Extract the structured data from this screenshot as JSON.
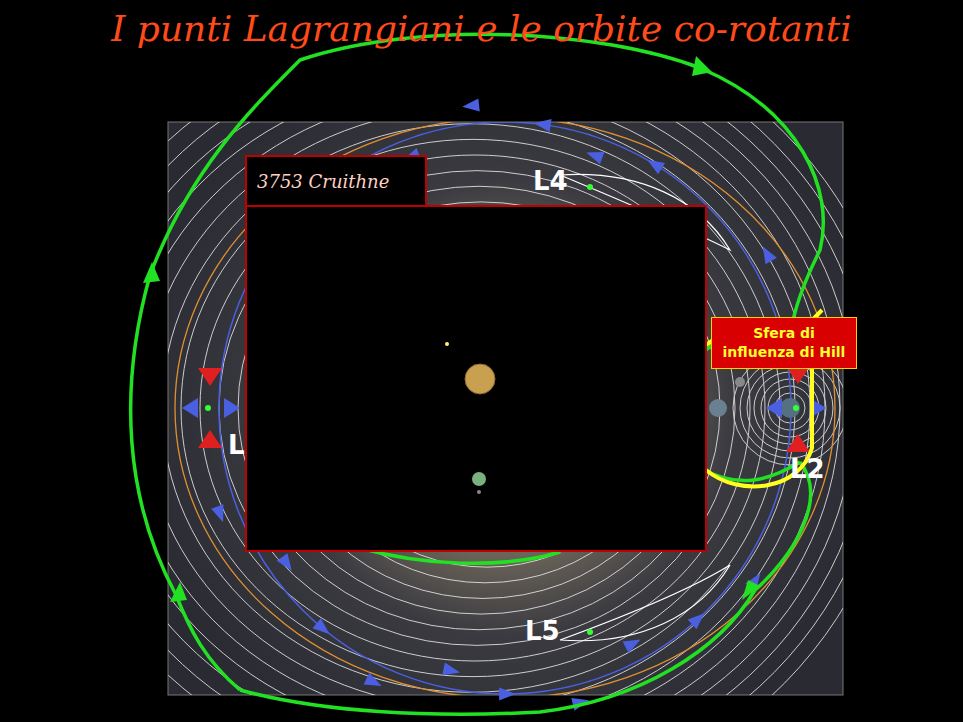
{
  "diagram": {
    "title": "I punti Lagrangiani e le orbite co-rotanti",
    "nodes": [
      {
        "text": [
          "3753 Cruithne"
        ]
      },
      {
        "text": [
          "Sfera di influenza di Hill"
        ]
      }
    ],
    "labels": [
      "L4",
      "L",
      "L2",
      "L5"
    ]
  }
}
